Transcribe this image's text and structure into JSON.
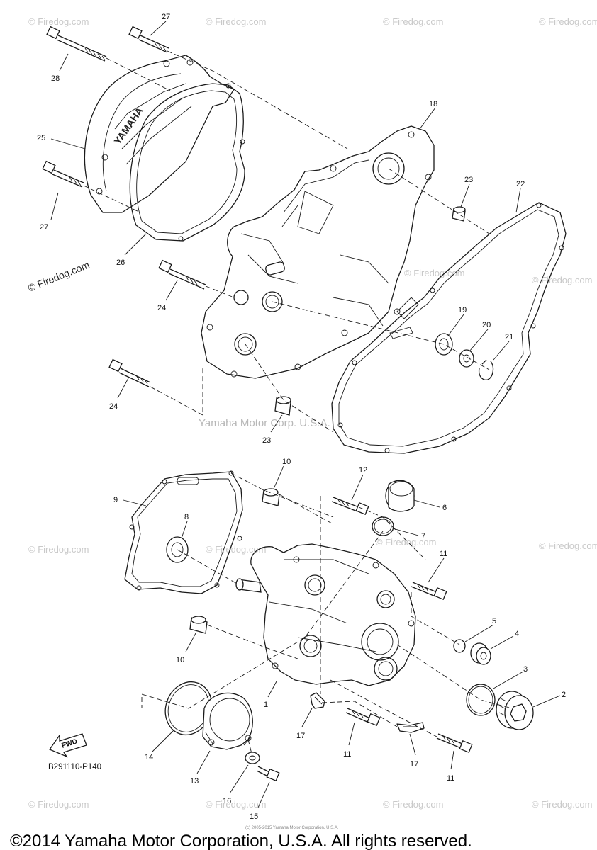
{
  "diagram": {
    "watermark_main": "Yamaha Motor Corp. U.S.A.",
    "watermark_small": "© Firedog.com",
    "firedog_badge": "© Firedog.com",
    "drawing_code": "B291110-P140",
    "fwd_label": "FWD",
    "copyright": "©2014 Yamaha Motor Corporation, U.S.A. All rights reserved.",
    "fine_print": "(c) 2005-2015 Yamaha Motor Corporation, U.S.A.",
    "callouts": [
      "27",
      "28",
      "25",
      "27",
      "26",
      "24",
      "24",
      "18",
      "23",
      "22",
      "19",
      "20",
      "21",
      "23",
      "10",
      "12",
      "9",
      "8",
      "6",
      "7",
      "11",
      "5",
      "4",
      "3",
      "2",
      "10",
      "1",
      "17",
      "11",
      "14",
      "13",
      "16",
      "15",
      "17",
      "11"
    ]
  }
}
